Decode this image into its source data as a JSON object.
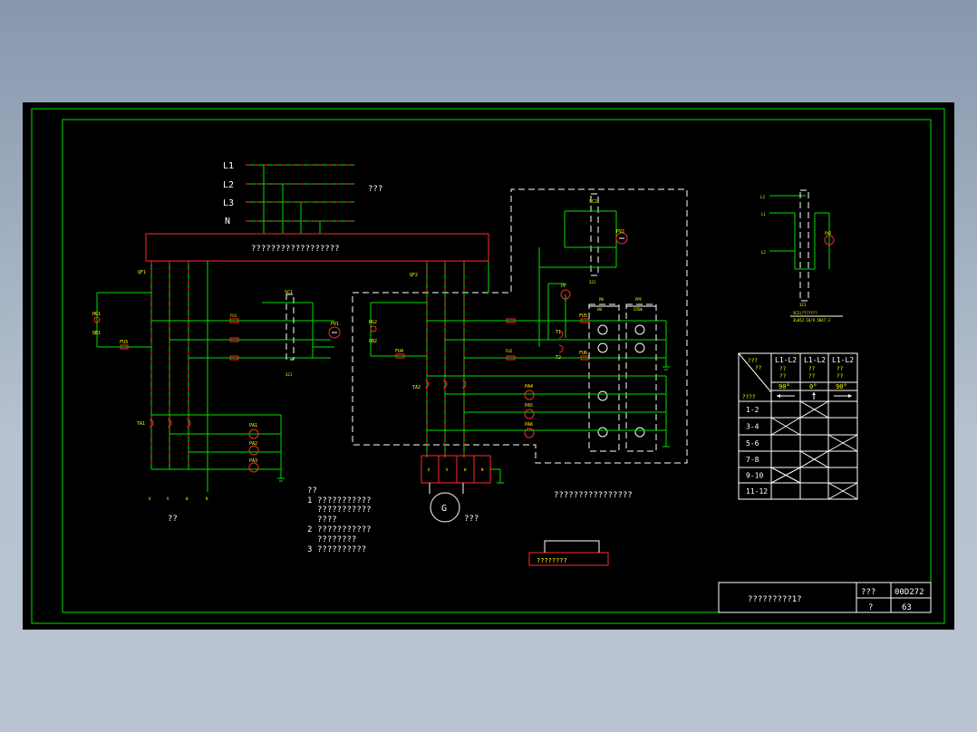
{
  "bus_labels": [
    "L1",
    "L2",
    "L3",
    "N"
  ],
  "bus_note": "???",
  "main_box_label": "??????????????????",
  "breakers": {
    "qf1": "QF1",
    "qf2": "QF2"
  },
  "left_labels": {
    "hg1": "HG1",
    "hg1b": "QB1",
    "fu3": "FU3",
    "ta1": "TA1",
    "pa1": "PA1",
    "pa2": "PA2",
    "pa3": "PA3",
    "pv1": "PV1",
    "sc1": "SC1",
    "sc1b": "321",
    "out": [
      "U",
      "V",
      "W",
      "N"
    ],
    "caption": "??"
  },
  "notes": {
    "title": "??",
    "items": [
      {
        "num": "1",
        "lines": [
          "???????????",
          "???????????",
          "????"
        ]
      },
      {
        "num": "2",
        "lines": [
          "???????????",
          "????????"
        ]
      },
      {
        "num": "3",
        "lines": [
          "??????????"
        ]
      }
    ]
  },
  "gen": {
    "symbol": "G",
    "caption": "???",
    "terminals": [
      "U",
      "V",
      "W",
      "N"
    ]
  },
  "right_labels": {
    "hg2": "HG2",
    "qb2": "QB2",
    "fu4": "FU4",
    "ta2": "TA2",
    "pa4": "PA4",
    "pa5": "PA5",
    "pa6": "PA6",
    "pv2": "PV2",
    "sc2": "SC2",
    "sc2b": "321",
    "pf": "PF",
    "fu5": "FU5",
    "t1": "T1",
    "t2": "T2",
    "fu6": "FU6",
    "pw": "PW",
    "pw_sub": "kW",
    "ppf": "PPF",
    "ppf_sub": "COSΦ"
  },
  "right_caption": "????????????????",
  "switch_diagram": {
    "lines": [
      "L3",
      "L1",
      "L2"
    ],
    "label": "PV2",
    "code": "321",
    "caption1": "SC2(???????",
    "caption2": "3LW12-16/9.5847.3"
  },
  "switch_table": {
    "corner_top": "???",
    "corner_bottom": "??",
    "headers": [
      "L1-L2",
      "L1-L2",
      "L1-L2"
    ],
    "sub": [
      [
        "??",
        "??"
      ],
      [
        "??",
        "??"
      ],
      [
        "??",
        "??"
      ]
    ],
    "angles": [
      "90°",
      "0°",
      "90°"
    ],
    "row_head": "????",
    "rows": [
      "1-2",
      "3-4",
      "5-6",
      "7-8",
      "9-10",
      "11-12"
    ],
    "marks": [
      [
        false,
        true,
        false
      ],
      [
        true,
        false,
        false
      ],
      [
        false,
        false,
        true
      ],
      [
        false,
        true,
        false
      ],
      [
        true,
        false,
        false
      ],
      [
        false,
        false,
        true
      ]
    ]
  },
  "small_box_label": "????????",
  "title_block": {
    "name": "?????????1?",
    "label1": "???",
    "value1": "00D272",
    "label2": "?",
    "value2": "63"
  },
  "colors": {
    "background": "#000000",
    "frame": "#00ff00",
    "wire": "#00ff00",
    "wire_dash": "#ff2020",
    "box": "#ff2020",
    "text": "#ffffff",
    "label": "#ffff00"
  }
}
